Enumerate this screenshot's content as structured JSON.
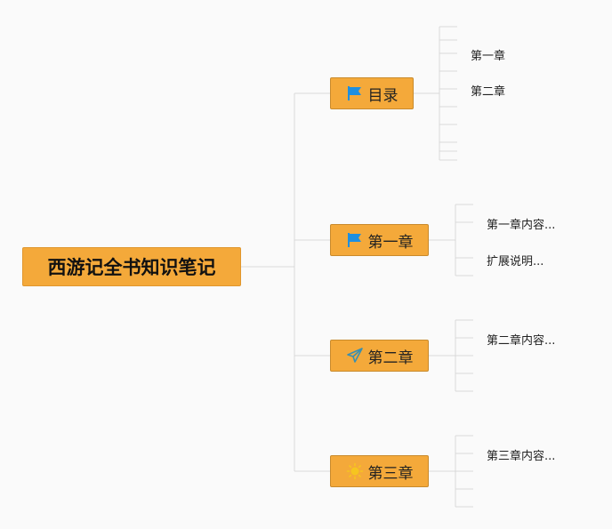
{
  "root": {
    "title": "西游记全书知识笔记"
  },
  "branches": [
    {
      "label": "目录",
      "icon": "blue-flag-icon",
      "children": [
        "第一章",
        "第二章"
      ]
    },
    {
      "label": "第一章",
      "icon": "blue-flag-icon",
      "children": [
        "第一章内容...",
        "扩展说明..."
      ]
    },
    {
      "label": "第二章",
      "icon": "paper-plane-icon",
      "children": [
        "第二章内容..."
      ]
    },
    {
      "label": "第三章",
      "icon": "sun-icon",
      "children": [
        "第三章内容..."
      ]
    }
  ],
  "colors": {
    "node_fill": "#f4a93a",
    "node_border": "#c98a2c",
    "connector": "#d9d9d9",
    "flag_blue": "#1e8fe0",
    "plane_teal": "#3a8fb0",
    "sun_yellow": "#f6c51f"
  }
}
